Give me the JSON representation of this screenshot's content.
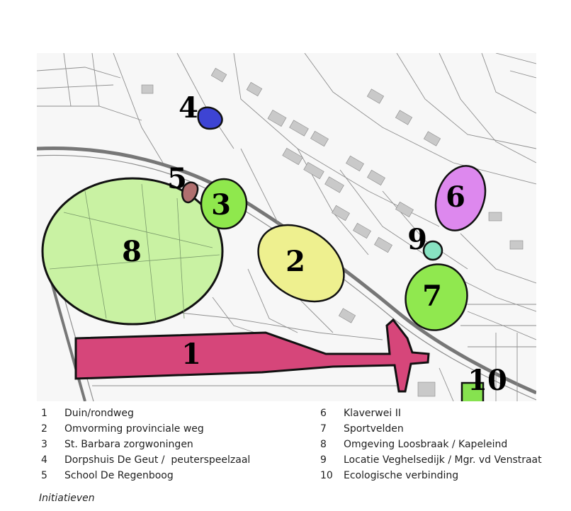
{
  "map": {
    "labels": {
      "area1": "1",
      "area2": "2",
      "area3": "3",
      "area4": "4",
      "area5": "5",
      "area6": "6",
      "area7": "7",
      "area8": "8",
      "area9": "9",
      "area10": "10"
    },
    "colors": {
      "area1": "#d6467a",
      "area2": "#eef08f",
      "area3": "#8fe84d",
      "area4": "#3d44d4",
      "area5": "#b06f6f",
      "area6": "#dd88ee",
      "area7": "#90e84f",
      "area8": "#c9f2a3",
      "area9": "#88e2c2",
      "area10": "#86e24f"
    }
  },
  "legend": {
    "left": [
      {
        "num": "1",
        "text": "Duin/rondweg"
      },
      {
        "num": "2",
        "text": "Omvorming provinciale weg"
      },
      {
        "num": "3",
        "text": "St. Barbara zorgwoningen"
      },
      {
        "num": "4",
        "text": "Dorpshuis De Geut /  peuterspeelzaal"
      },
      {
        "num": "5",
        "text": "School De Regenboog"
      }
    ],
    "right": [
      {
        "num": "6",
        "text": "Klaverwei II"
      },
      {
        "num": "7",
        "text": "Sportvelden"
      },
      {
        "num": "8",
        "text": "Omgeving Loosbraak / Kapeleind"
      },
      {
        "num": "9",
        "text": "Locatie Veghelsedijk / Mgr. vd Venstraat"
      },
      {
        "num": "10",
        "text": "Ecologische verbinding"
      }
    ]
  },
  "caption": "Initiatieven"
}
